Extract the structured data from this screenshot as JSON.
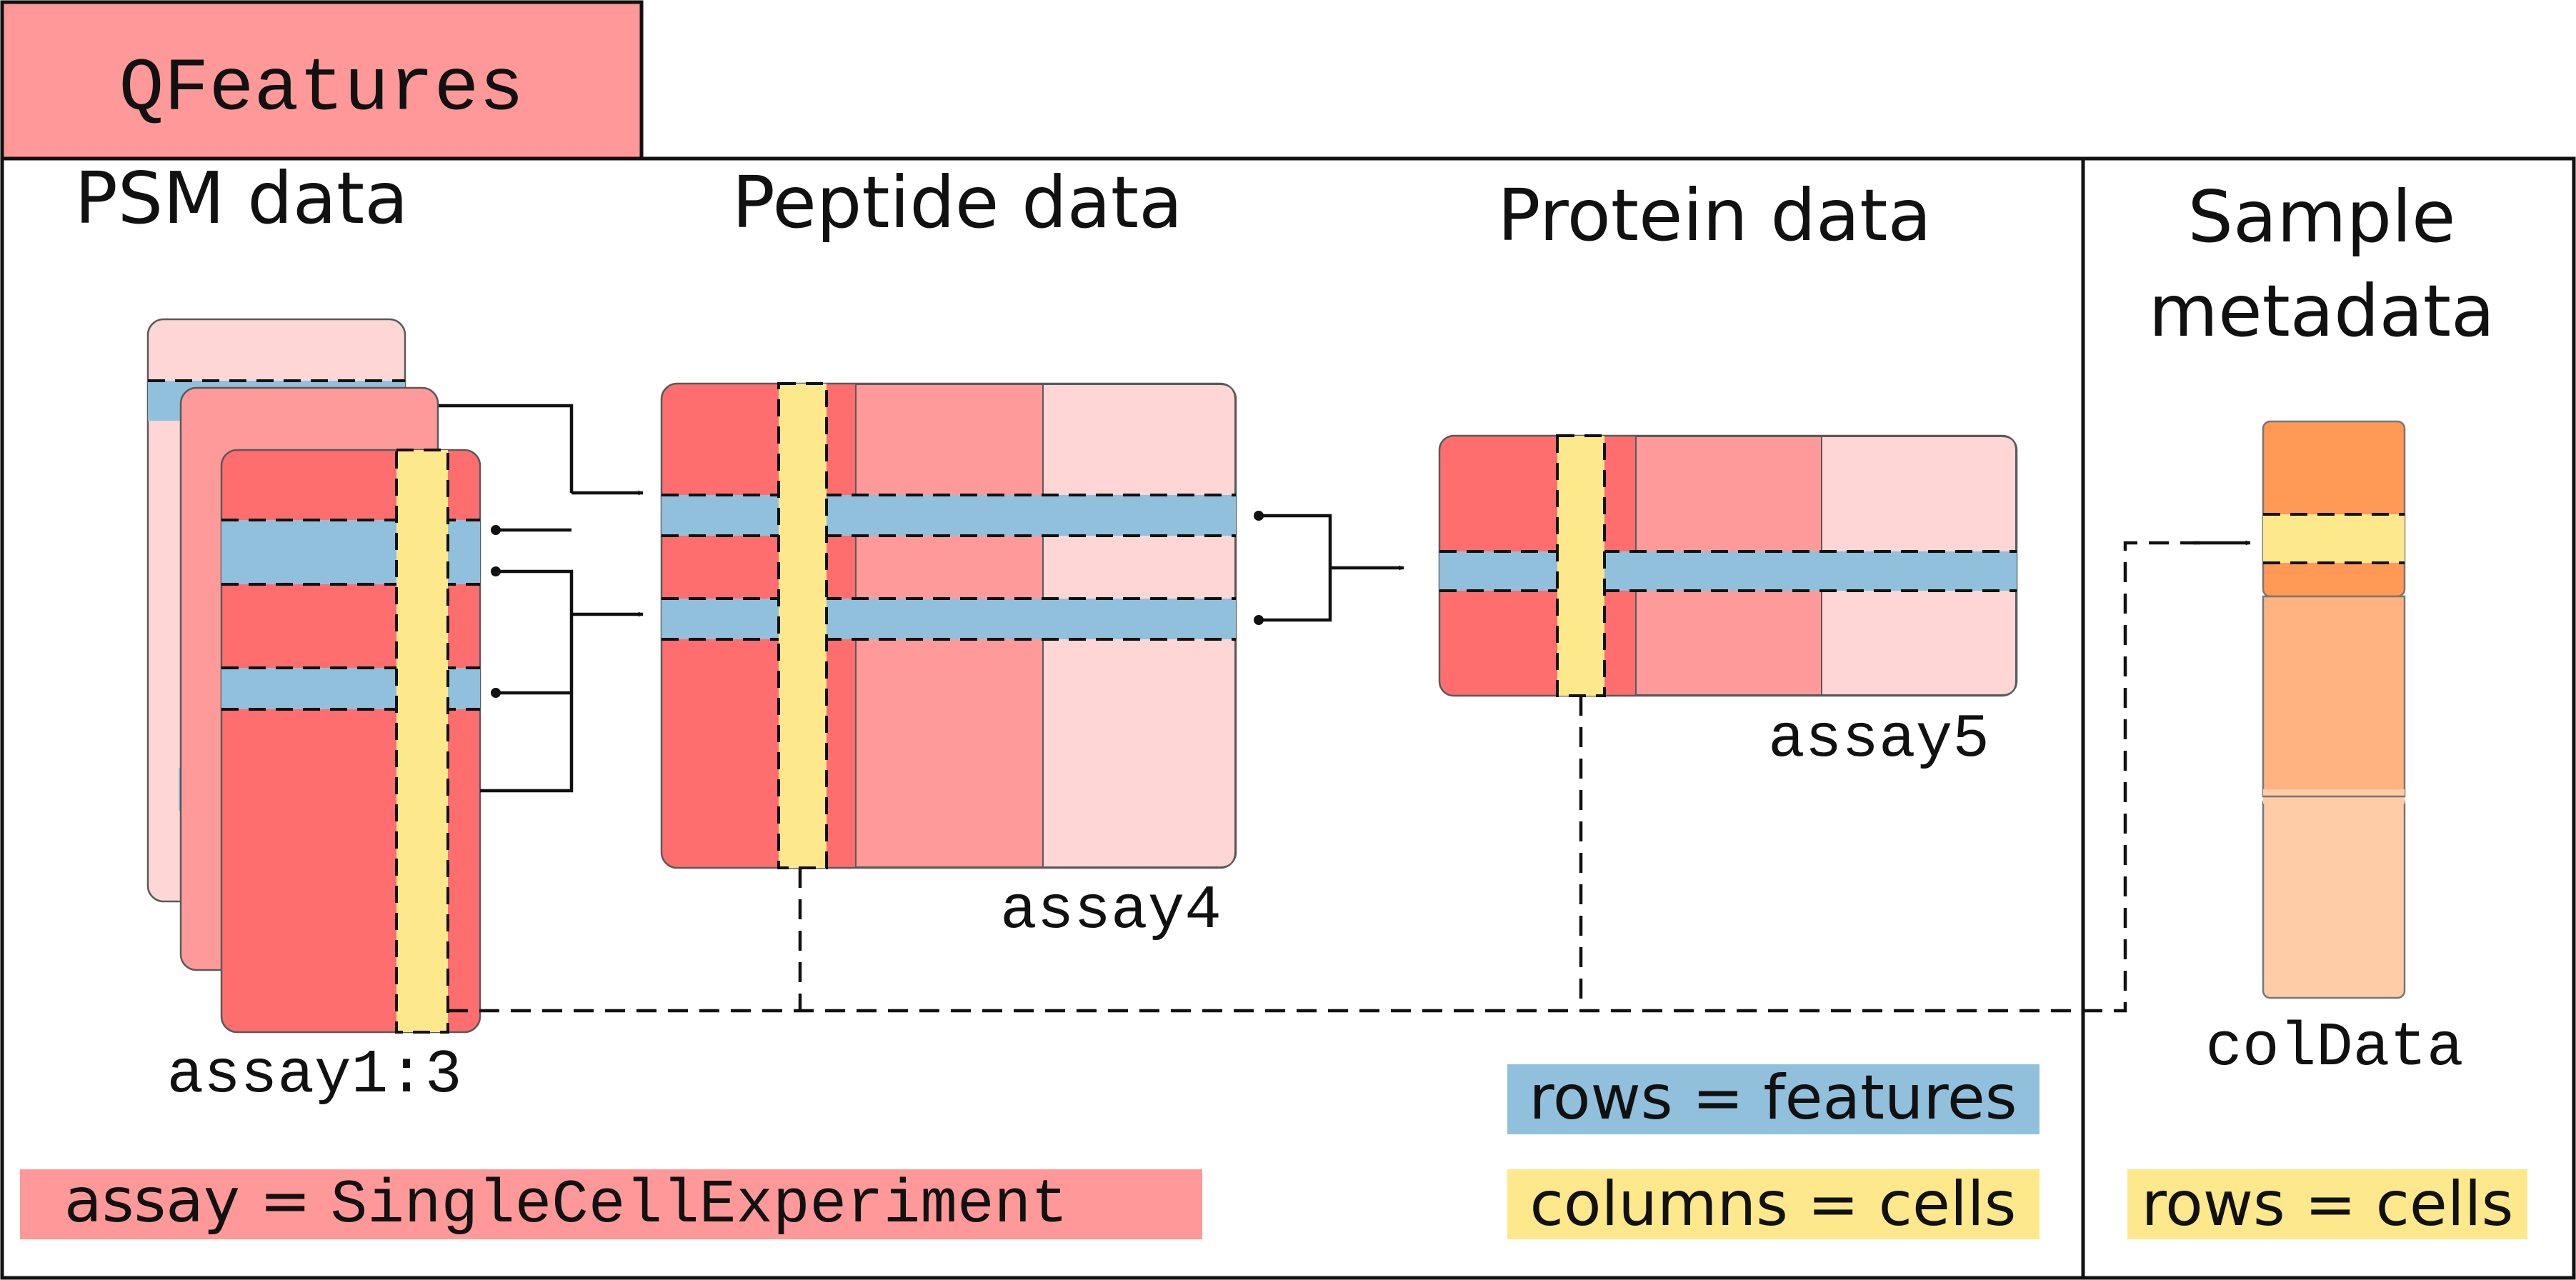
{
  "title": "QFeatures",
  "sections": {
    "psm": {
      "heading": "PSM data",
      "caption": "assay1:3"
    },
    "peptide": {
      "heading": "Peptide data",
      "caption": "assay4"
    },
    "protein": {
      "heading": "Protein data",
      "caption": "assay5"
    },
    "sample": {
      "heading_line1": "Sample",
      "heading_line2": "metadata",
      "caption": "colData"
    }
  },
  "legend": {
    "assay_prefix": "assay = ",
    "assay_class": "SingleCellExperiment",
    "rows_features": "rows = features",
    "columns_cells": "columns = cells",
    "rows_cells": "rows = cells"
  },
  "colors": {
    "title_bg": "#ff9999",
    "assay_red": "#ff6e6e",
    "assay_mid": "#ff9a9a",
    "assay_light": "#ffd6d6",
    "psm_back": "#ffd6d6",
    "psm_mid": "#ff9a9a",
    "row_blue": "#91c0dc",
    "col_yellow": "#fde88c",
    "coldata_dark": "#ff9955",
    "coldata_mid": "#ffb380",
    "coldata_light": "#ffcca8"
  }
}
